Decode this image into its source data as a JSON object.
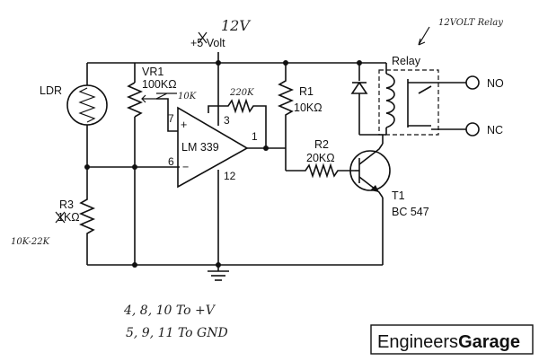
{
  "supply": {
    "label": "+5 Volt",
    "handwritten": "12V"
  },
  "ldr": {
    "label": "LDR"
  },
  "vr1": {
    "name": "VR1",
    "value": "100KΩ",
    "handwritten": "10K"
  },
  "opamp": {
    "name": "LM 339",
    "pin_plus": "+",
    "pin_minus": "−",
    "pin3": "3",
    "pin7": "7",
    "pin6": "6",
    "pin12": "12",
    "pin1": "1"
  },
  "feedback": {
    "handwritten": "220K"
  },
  "r1": {
    "name": "R1",
    "value": "10KΩ"
  },
  "r2": {
    "name": "R2",
    "value": "20KΩ"
  },
  "r3": {
    "name": "R3",
    "value": "1KΩ",
    "handwritten": "10K-22K"
  },
  "t1": {
    "name": "T1",
    "part": "BC 547"
  },
  "relay": {
    "label": "Relay",
    "handwritten": "12VOLT Relay",
    "no": "NO",
    "nc": "NC"
  },
  "notes": {
    "line1": "4, 8, 10 To +V",
    "line2": "5, 9, 11 To GND"
  },
  "brand": {
    "part1": "Engineers",
    "part2": "Garage"
  }
}
